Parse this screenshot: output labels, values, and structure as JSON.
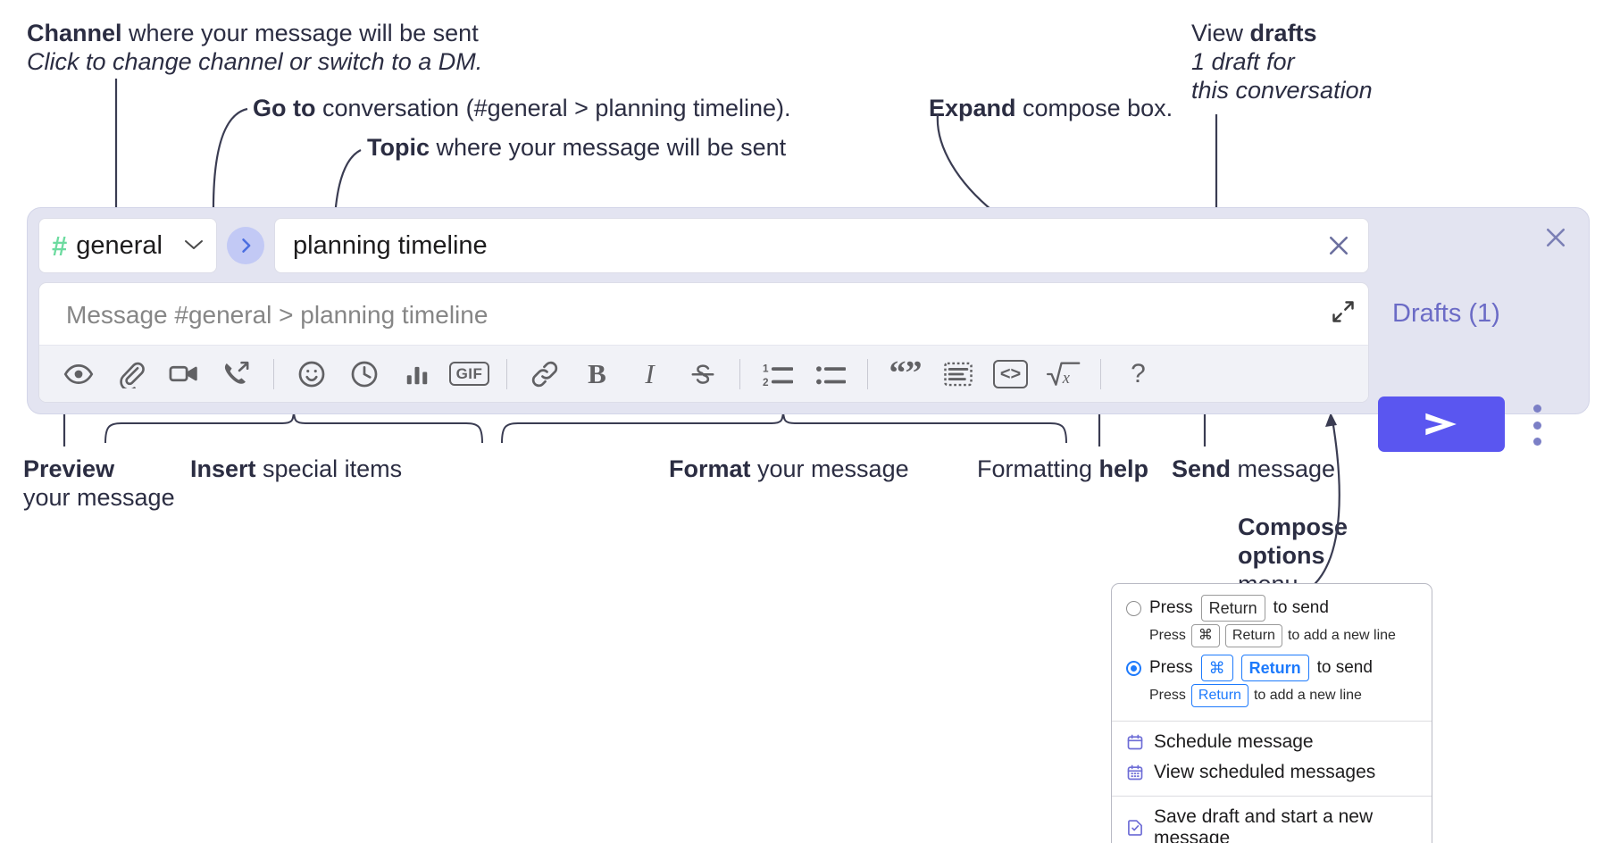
{
  "annotations": {
    "channel": {
      "bold": "Channel",
      "rest": " where your message will be sent",
      "italic": "Click to change channel or switch to a DM."
    },
    "goto": {
      "bold": "Go to",
      "rest": " conversation (#general > planning timeline)."
    },
    "topic": {
      "bold": "Topic",
      "rest": " where your message will be sent"
    },
    "expand": {
      "bold": "Expand",
      "rest": " compose box."
    },
    "drafts": {
      "plain": "View ",
      "bold": "drafts",
      "italic_line1": "1 draft for",
      "italic_line2": "this conversation"
    },
    "preview": {
      "bold": "Preview",
      "line2": "your message"
    },
    "insert": {
      "bold": "Insert",
      "rest": " special items"
    },
    "format": {
      "bold": "Format",
      "rest": " your message"
    },
    "help": {
      "plain": "Formatting ",
      "bold": "help"
    },
    "send": {
      "bold": "Send",
      "rest": " message"
    },
    "compose_options": {
      "line1": "Compose",
      "line2": "options",
      "line3": "menu"
    }
  },
  "compose": {
    "channel": {
      "hash": "#",
      "name": "general",
      "chevron": "⌄"
    },
    "goto_button": "goto-arrow",
    "topic": {
      "value": "planning timeline",
      "clear": "close-icon"
    },
    "message": {
      "placeholder": "Message #general > planning timeline"
    },
    "expand_label": "expand-icon",
    "toolbar": [
      {
        "name": "preview-icon",
        "label": ""
      },
      {
        "name": "attachment-icon",
        "label": ""
      },
      {
        "name": "video-icon",
        "label": ""
      },
      {
        "name": "audio-clip-icon",
        "label": ""
      },
      {
        "name": "separator",
        "label": ""
      },
      {
        "name": "emoji-icon",
        "label": ""
      },
      {
        "name": "clock-icon",
        "label": ""
      },
      {
        "name": "poll-icon",
        "label": ""
      },
      {
        "name": "gif-icon",
        "label": "GIF"
      },
      {
        "name": "separator",
        "label": ""
      },
      {
        "name": "link-icon",
        "label": ""
      },
      {
        "name": "bold-icon",
        "label": "B"
      },
      {
        "name": "italic-icon",
        "label": "I"
      },
      {
        "name": "strikethrough-icon",
        "label": "S"
      },
      {
        "name": "separator",
        "label": ""
      },
      {
        "name": "ordered-list-icon",
        "label": ""
      },
      {
        "name": "bulleted-list-icon",
        "label": ""
      },
      {
        "name": "separator",
        "label": ""
      },
      {
        "name": "blockquote-icon",
        "label": "“”"
      },
      {
        "name": "code-block-icon",
        "label": ""
      },
      {
        "name": "code-icon",
        "label": "<>"
      },
      {
        "name": "latex-icon",
        "label": "√x"
      },
      {
        "name": "separator",
        "label": ""
      },
      {
        "name": "formatting-help-icon",
        "label": "?"
      }
    ],
    "drafts_link": "Drafts (1)",
    "send_button": "send-icon",
    "overflow_button": "kebab-menu-icon",
    "panel_close": "close-icon"
  },
  "options_menu": {
    "option1": {
      "pre": "Press",
      "key": "Return",
      "post": "to send",
      "selected": false,
      "sub_pre": "Press",
      "sub_key1": "⌘",
      "sub_key2": "Return",
      "sub_post": "to add a new line"
    },
    "option2": {
      "pre": "Press",
      "key1": "⌘",
      "key2": "Return",
      "post": "to send",
      "selected": true,
      "sub_pre": "Press",
      "sub_key": "Return",
      "sub_post": "to add a new line"
    },
    "items": [
      {
        "icon": "calendar-icon",
        "label": "Schedule message"
      },
      {
        "icon": "calendar-grid-icon",
        "label": "View scheduled messages"
      }
    ],
    "items2": [
      {
        "icon": "save-draft-icon",
        "label": "Save draft and start a new message"
      }
    ]
  },
  "colors": {
    "panel_bg": "#e3e4f1",
    "accent_purple": "#5a56f0",
    "link_purple": "#6b6bc6",
    "hash_green": "#6ddba0",
    "goto_blue": "#c2c9f5",
    "text_dark": "#2b2d42",
    "key_blue": "#1d7afc"
  }
}
